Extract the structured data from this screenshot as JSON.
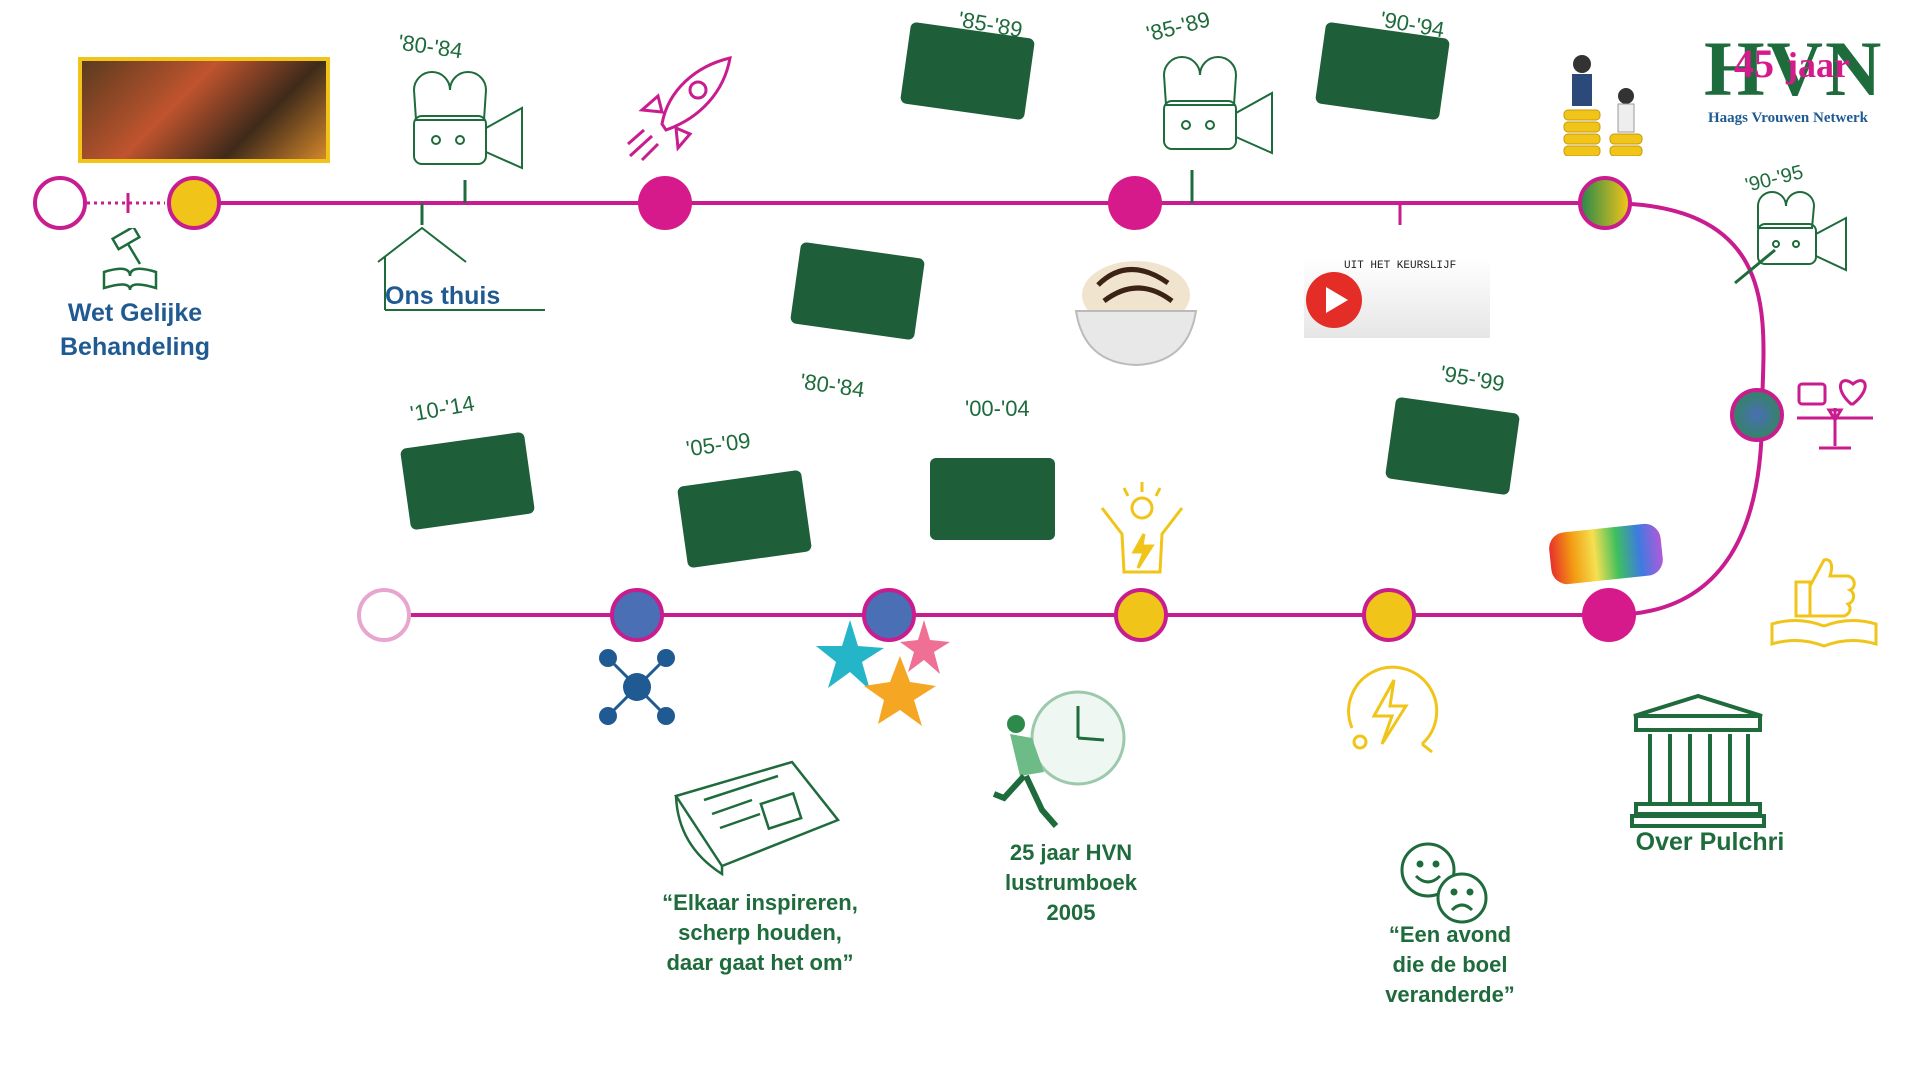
{
  "colors": {
    "line": "#c81c8f",
    "magenta": "#d61a8c",
    "yellow": "#f0c419",
    "blue": "#4a6fb5",
    "green": "#1e6b3c",
    "navy": "#1f5a92",
    "pink_faded": "#e7a6cf"
  },
  "logo": {
    "number": "45",
    "word": "jaar",
    "letters": "HVN",
    "subtitle": "Haags Vrouwen Netwerk"
  },
  "labels": {
    "wet_gelijke": "Wet Gelijke\nBehandeling",
    "ons_thuis": "Ons thuis",
    "over_pulchri": "Over Pulchri",
    "lustrumboek": "25 jaar HVN\nlustrumboek\n2005",
    "quote_inspireren": "“Elkaar inspireren,\nscherp houden,\ndaar gaat het om”",
    "quote_avond": "“Een avond\ndie de boel\nveranderde”",
    "keurslijf": "UIT HET KEURSLIJF"
  },
  "date_labels": {
    "cam_80_84": "'80-'84",
    "tape_85_89": "'85-'89",
    "cam_85_89": "'85-'89",
    "tape_90_94": "'90-'94",
    "cam_90_95": "'90-'95",
    "tape_80_84": "'80-'84",
    "tape_10_14": "'10-'14",
    "tape_05_09": "'05-'09",
    "tape_00_04": "'00-'04",
    "tape_95_99": "'95-'99"
  },
  "icons": [
    "group-photo-icon",
    "gavel-book-icon",
    "house-icon",
    "movie-camera-icon",
    "rocket-icon",
    "cassette-tape-icon",
    "ice-cream-bowl-icon",
    "video-play-icon",
    "coins-people-icon",
    "balance-scale-icon",
    "thumbs-up-book-icon",
    "rainbow-icon",
    "building-columns-icon",
    "happy-sad-faces-icon",
    "lightning-circle-icon",
    "person-energy-icon",
    "clock-woman-icon",
    "newspaper-icon",
    "starfish-icon",
    "network-people-icon"
  ]
}
